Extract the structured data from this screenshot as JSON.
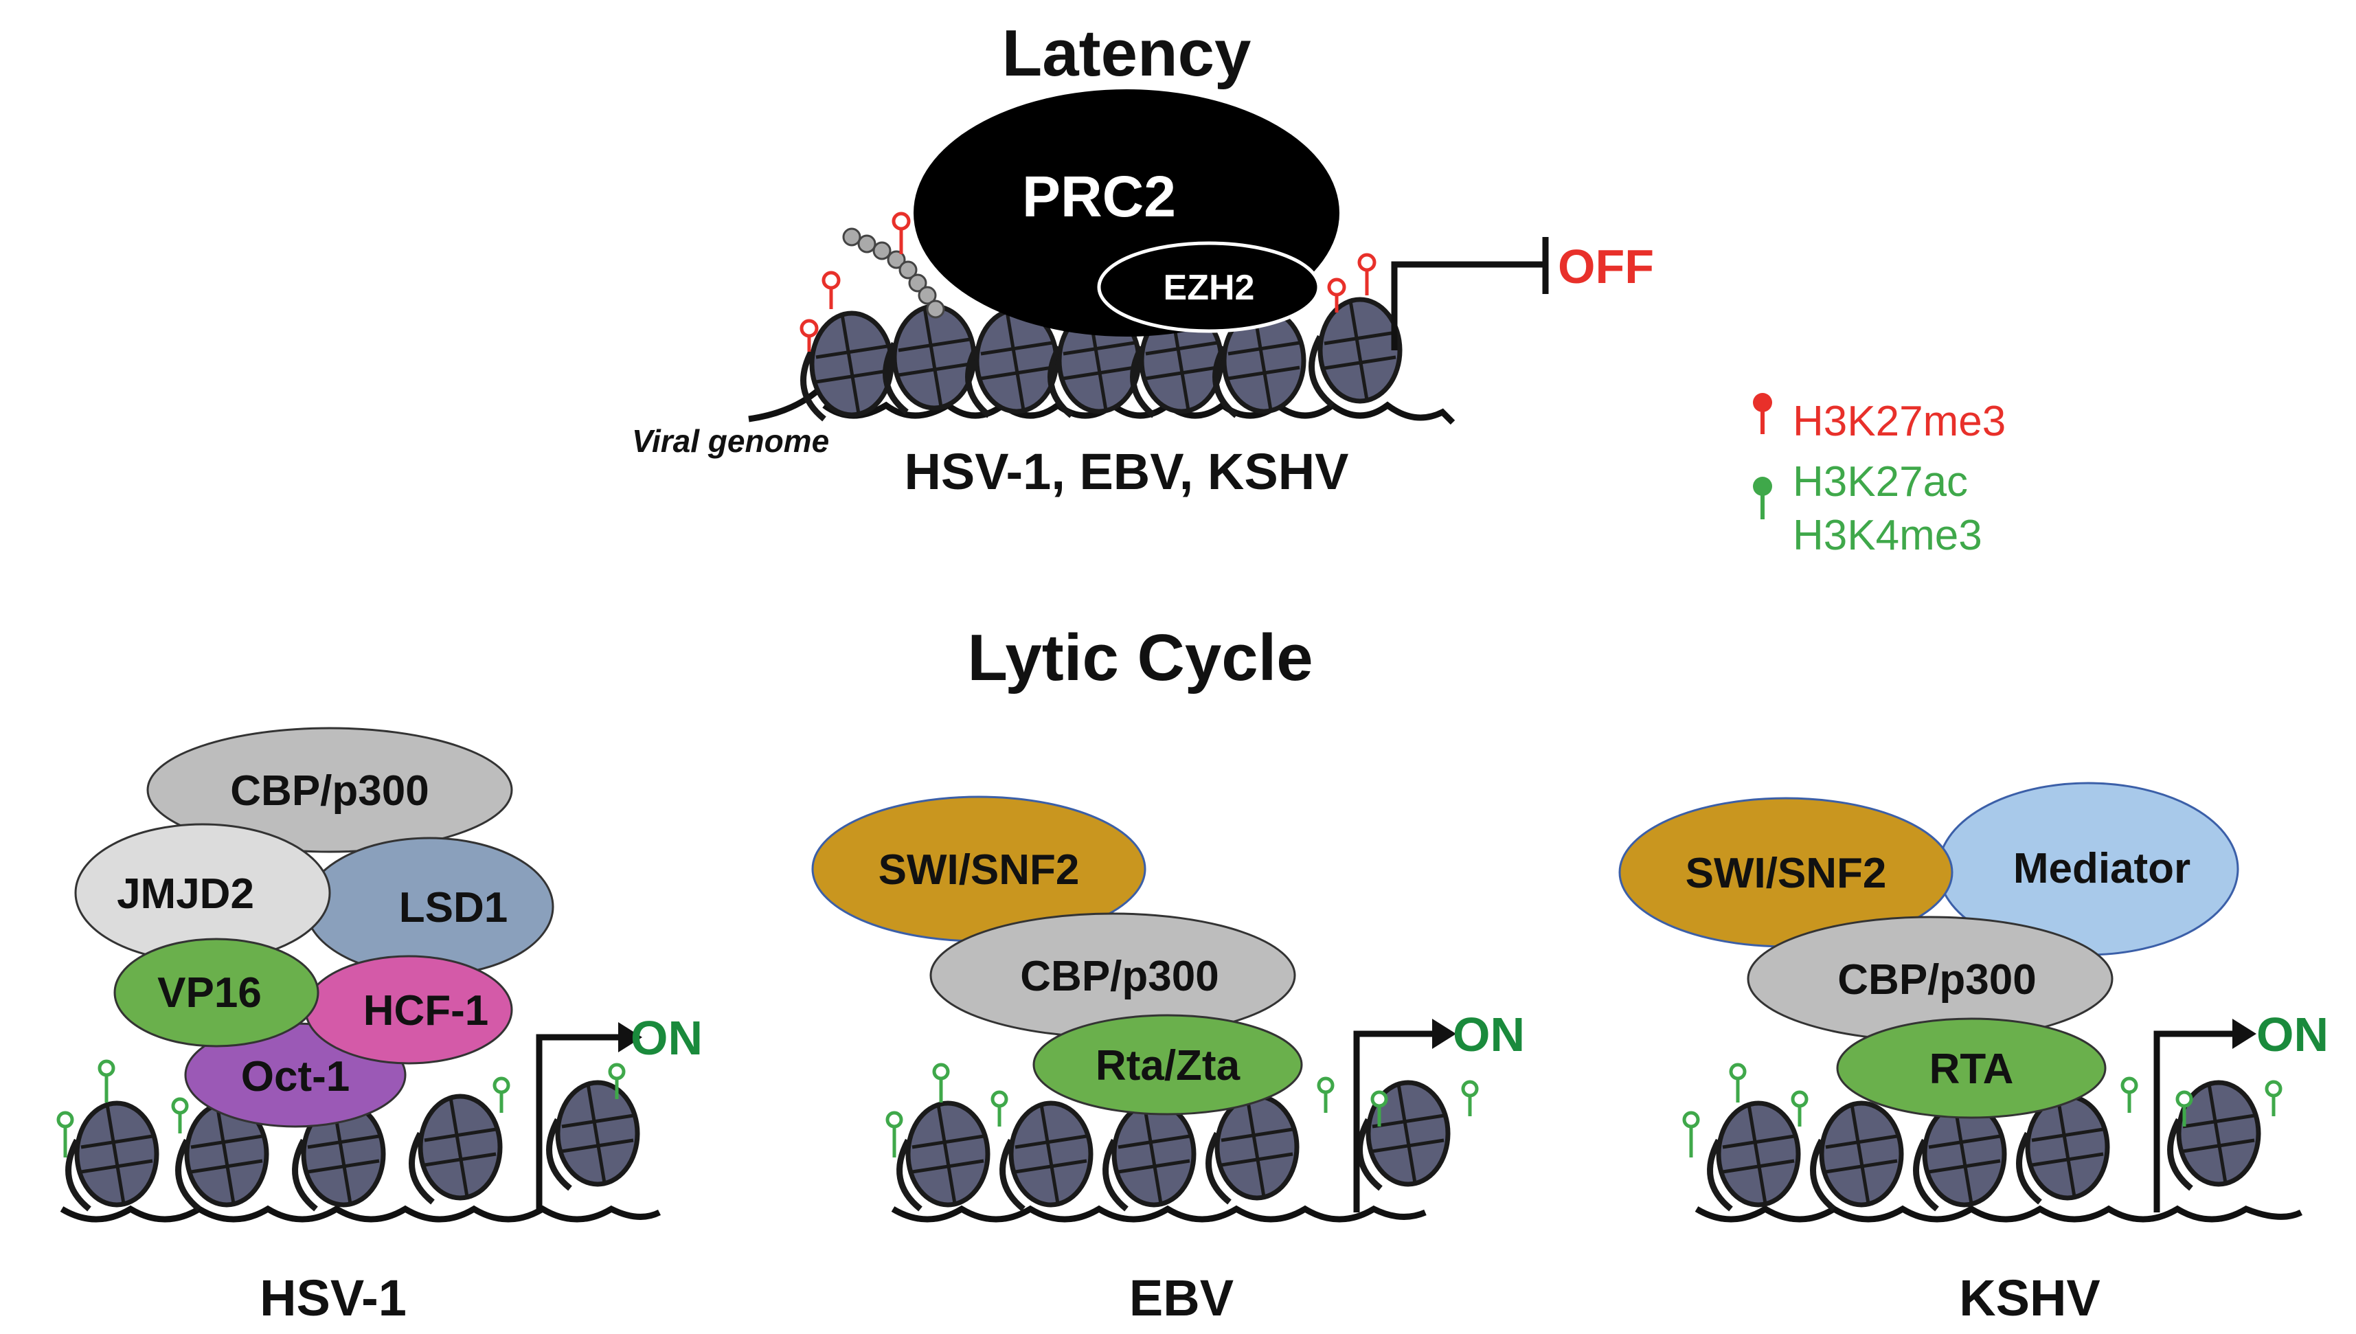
{
  "latency": {
    "title": "Latency",
    "complex": "PRC2",
    "subunit": "EZH2",
    "state": "OFF",
    "genome_label": "Viral genome",
    "viruses": "HSV-1, EBV, KSHV"
  },
  "legend": {
    "repressive": "H3K27me3",
    "active_1": "H3K27ac",
    "active_2": "H3K4me3",
    "repressive_color": "#e8302a",
    "active_color": "#3fa84a"
  },
  "lytic": {
    "title": "Lytic Cycle",
    "hsv1": {
      "label": "HSV-1",
      "proteins": [
        "CBP/p300",
        "JMJD2",
        "LSD1",
        "VP16",
        "HCF-1",
        "Oct-1"
      ],
      "state": "ON"
    },
    "ebv": {
      "label": "EBV",
      "proteins": [
        "SWI/SNF2",
        "CBP/p300",
        "Rta/Zta"
      ],
      "state": "ON"
    },
    "kshv": {
      "label": "KSHV",
      "proteins": [
        "SWI/SNF2",
        "Mediator",
        "CBP/p300",
        "RTA"
      ],
      "state": "ON"
    }
  },
  "colors": {
    "nucleosome": "#5b5e78",
    "gray_protein": "#bdbdbd",
    "light_gray_protein": "#dcdcdc",
    "lsd1": "#8aa0bc",
    "vp16": "#6ab04c",
    "hcf1": "#d45aa8",
    "oct1": "#9b59b6",
    "swisnf": "#c9961f",
    "mediator": "#a8c9ea",
    "on_color": "#1a8a3c",
    "off_color": "#e8302a"
  }
}
